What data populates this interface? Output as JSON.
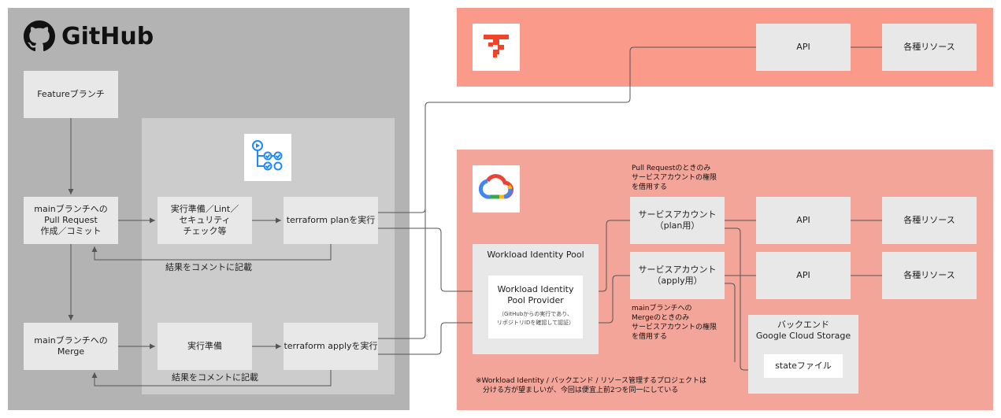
{
  "github": {
    "title": "GitHub",
    "feature_branch": "Featureブランチ",
    "pull_request": "mainブランチへの\nPull Request\n作成／コミット",
    "merge": "mainブランチへの\nMerge",
    "prep_lint": "実行準備／Lint／\nセキュリティ\nチェック等",
    "terraform_plan": "terraform planを実行",
    "prep": "実行準備",
    "terraform_apply": "terraform applyを実行",
    "comment_result_1": "結果をコメントに記載",
    "comment_result_2": "結果をコメントに記載"
  },
  "terraform_cloud": {
    "api": "API",
    "resources": "各種リソース"
  },
  "gcp": {
    "pool_title": "Workload Identity Pool",
    "provider_title": "Workload Identity\nPool Provider",
    "provider_note": "（GitHubからの実行であり、\nリポジトリIDを確認して認証）",
    "sa_plan": "サービスアカウント\n（plan用）",
    "sa_apply": "サービスアカウント\n（apply用）",
    "api_1": "API",
    "api_2": "API",
    "resources_1": "各種リソース",
    "resources_2": "各種リソース",
    "backend_title": "バックエンド\nGoogle Cloud Storage",
    "state_file": "stateファイル",
    "pr_note": "Pull Requestのときのみ\nサービスアカウントの権限\nを借用する",
    "merge_note": "mainブランチへの\nMergeのときのみ\nサービスアカウントの権限\nを借用する",
    "footnote": "※Workload Identity / バックエンド / リソース管理するプロジェクトは\n　分ける方が望ましいが、今回は便宜上前2つを同一にしている"
  },
  "colors": {
    "github_panel": "#b3b3b3",
    "actions_panel": "#cccccc",
    "terraform_panel": "#fa9a8a",
    "gcp_panel": "#f4a59a",
    "box": "#e8e8e8",
    "terraform_brand": "#f0442a"
  },
  "icons": [
    "github-icon",
    "github-actions-icon",
    "terraform-logo-icon",
    "google-cloud-icon"
  ]
}
